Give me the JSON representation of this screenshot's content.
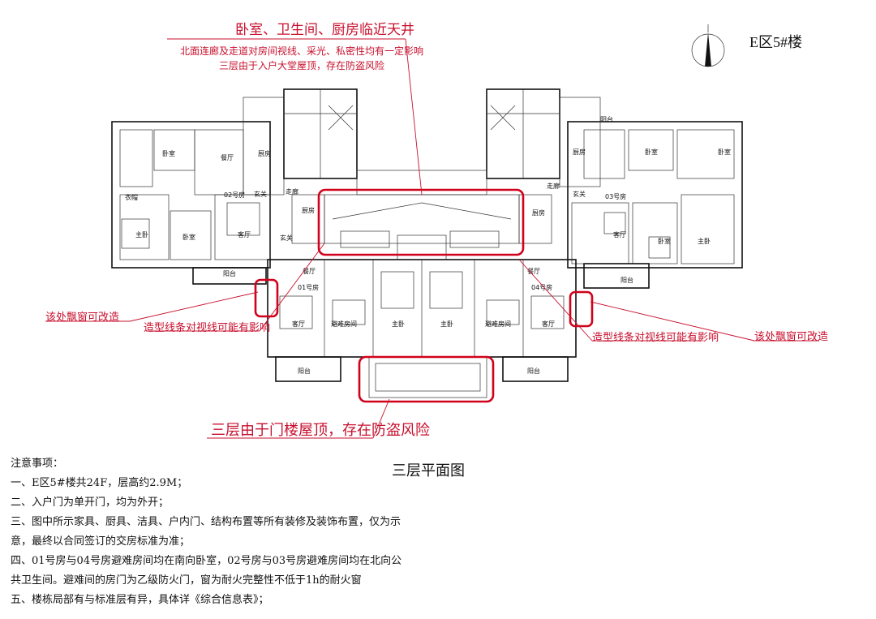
{
  "header": {
    "building_label": "E区5#楼"
  },
  "annotations": {
    "top_title": "卧室、卫生间、厨房临近天井",
    "top_detail_line1": "北面连廊及走道对房间视线、采光、私密性均有一定影响",
    "top_detail_line2": "三层由于入户大堂屋顶，存在防盗风险",
    "left_bay_window": "该处飘窗可改造",
    "left_line_sight": "造型线条对视线可能有影响",
    "right_line_sight": "造型线条对视线可能有影响",
    "right_bay_window": "该处飘窗可改造",
    "bottom": "三层由于门楼屋顶，存在防盗风险"
  },
  "rooms": {
    "balcony": "阳台",
    "bedroom": "卧室",
    "master_bedroom": "主卧",
    "living_room": "客厅",
    "dining_room": "餐厅",
    "kitchen": "厨房",
    "hall": "玄关",
    "corridor": "走廊",
    "cloakroom": "衣帽",
    "refuge_room": "避难房间",
    "unit_01": "01号房",
    "unit_02": "02号房",
    "unit_03": "03号房",
    "unit_04": "04号房"
  },
  "plan_title": "三层平面图",
  "notes": {
    "heading": "注意事项：",
    "items": [
      "一、E区5#楼共24F，层高约2.9M；",
      "二、入户门为单开门，均为外开；",
      "三、图中所示家具、厨具、洁具、户内门、结构布置等所有装修及装饰布置，仅为示",
      "意，最终以合同签订的交房标准为准；",
      "四、01号房与04号房避难房间均在南向卧室，02号房与03号房避难房间均在北向公",
      "共卫生间。避难间的房门为乙级防火门，窗为耐火完整性不低于1h的耐火窗",
      "五、楼栋局部有与标准层有异，具体详《综合信息表》；"
    ]
  },
  "colors": {
    "annotation": "#c8102e",
    "highlight": "#d0021b",
    "linework": "#111111"
  },
  "icons": {
    "north_arrow": "north-arrow-icon"
  }
}
